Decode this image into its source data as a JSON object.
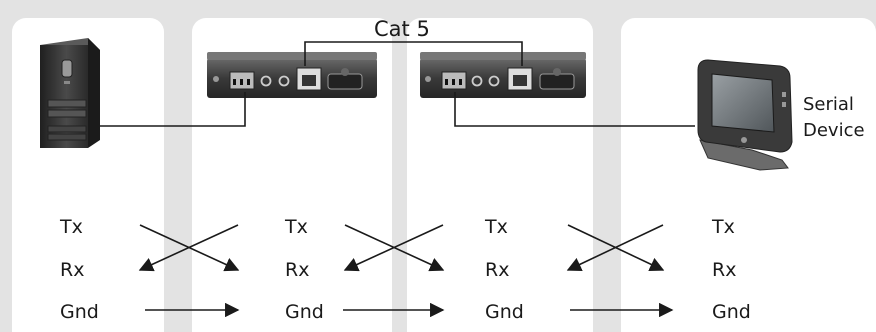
{
  "diagram": {
    "cable_label": "Cat 5",
    "serial_device_label": [
      "Serial",
      "Device"
    ],
    "signal_columns": [
      [
        "Tx",
        "Rx",
        "Gnd"
      ],
      [
        "Tx",
        "Rx",
        "Gnd"
      ],
      [
        "Tx",
        "Rx",
        "Gnd"
      ],
      [
        "Tx",
        "Rx",
        "Gnd"
      ]
    ]
  },
  "colors": {
    "background": "#e3e3e3",
    "panel": "#ffffff",
    "line": "#1a1a1a",
    "device_body": "#3a3a3a"
  },
  "icons": [
    "computer-tower-icon",
    "serial-extender-icon",
    "serial-extender-icon",
    "touch-terminal-icon"
  ]
}
